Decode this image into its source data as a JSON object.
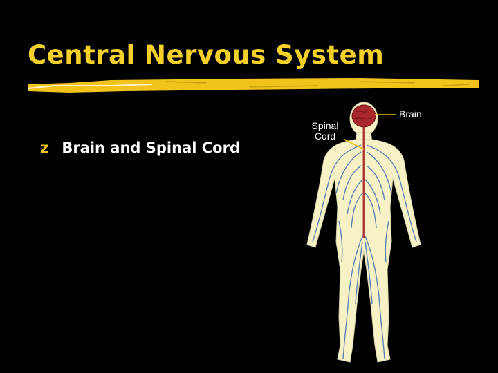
{
  "slide": {
    "title": "Central Nervous System",
    "bullet_glyph": "z",
    "bullet_text": "Brain and Spinal Cord"
  },
  "diagram": {
    "labels": {
      "brain": "Brain",
      "spinal_cord_line1": "Spinal",
      "spinal_cord_line2": "Cord"
    }
  },
  "colors": {
    "title": "#F5D029",
    "highlight": "#F2C31B",
    "bullet_text": "#FFFFFF",
    "skin": "#F6F2C6",
    "nerve": "#5A7FB6",
    "spinal_cord": "#B43A3A",
    "brain": "#A8282C"
  }
}
